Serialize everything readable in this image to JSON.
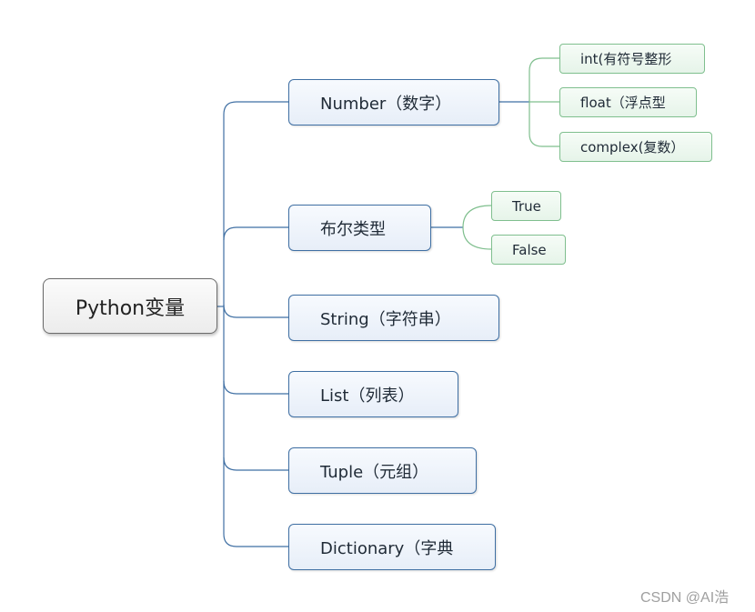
{
  "diagram": {
    "root": "Python变量",
    "branches": [
      {
        "label": "Number（数字）",
        "children": [
          "int(有符号整形",
          "float（浮点型",
          "complex(复数）"
        ]
      },
      {
        "label": "布尔类型",
        "children": [
          "True",
          "False"
        ]
      },
      {
        "label": "String（字符串）",
        "children": []
      },
      {
        "label": "List（列表）",
        "children": []
      },
      {
        "label": "Tuple（元组）",
        "children": []
      },
      {
        "label": "Dictionary（字典",
        "children": []
      }
    ]
  },
  "colors": {
    "trunk_line": "#3f6fa3",
    "leaf_line": "#7fbf8e"
  },
  "watermark": "CSDN @AI浩"
}
